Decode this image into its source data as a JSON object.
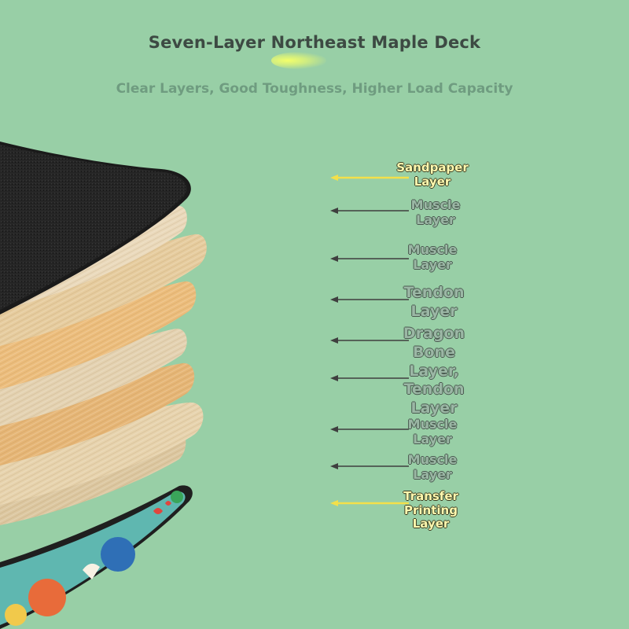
{
  "header": {
    "title": "Seven-Layer Northeast Maple Deck",
    "subtitle": "Clear Layers, Good Toughness, Higher Load Capacity"
  },
  "layers": [
    {
      "lines": [
        "Sandpaper",
        "Layer"
      ],
      "style": "yellow"
    },
    {
      "lines": [
        "Muscle",
        "Layer"
      ],
      "style": "gray"
    },
    {
      "lines": [
        "Muscle",
        "Layer"
      ],
      "style": "gray"
    },
    {
      "lines": [
        "Tendon",
        "Layer"
      ],
      "style": "gray-big"
    },
    {
      "lines": [
        "Dragon",
        "Bone",
        "Layer,",
        "Tendon",
        "Layer"
      ],
      "style": "gray-big"
    },
    {
      "lines": [
        "Muscle",
        "Layer"
      ],
      "style": "gray"
    },
    {
      "lines": [
        "Muscle",
        "Layer"
      ],
      "style": "gray"
    },
    {
      "lines": [
        "Transfer",
        "Printing",
        "Layer"
      ],
      "style": "yellow"
    }
  ],
  "colors": {
    "background": "#98cfa6",
    "arrow_dark": "#3f3f3f",
    "arrow_yellow": "#f3e04a",
    "sandpaper": "#222222",
    "maple_light": "#e3cfa9",
    "maple_warm": "#e9b778"
  }
}
